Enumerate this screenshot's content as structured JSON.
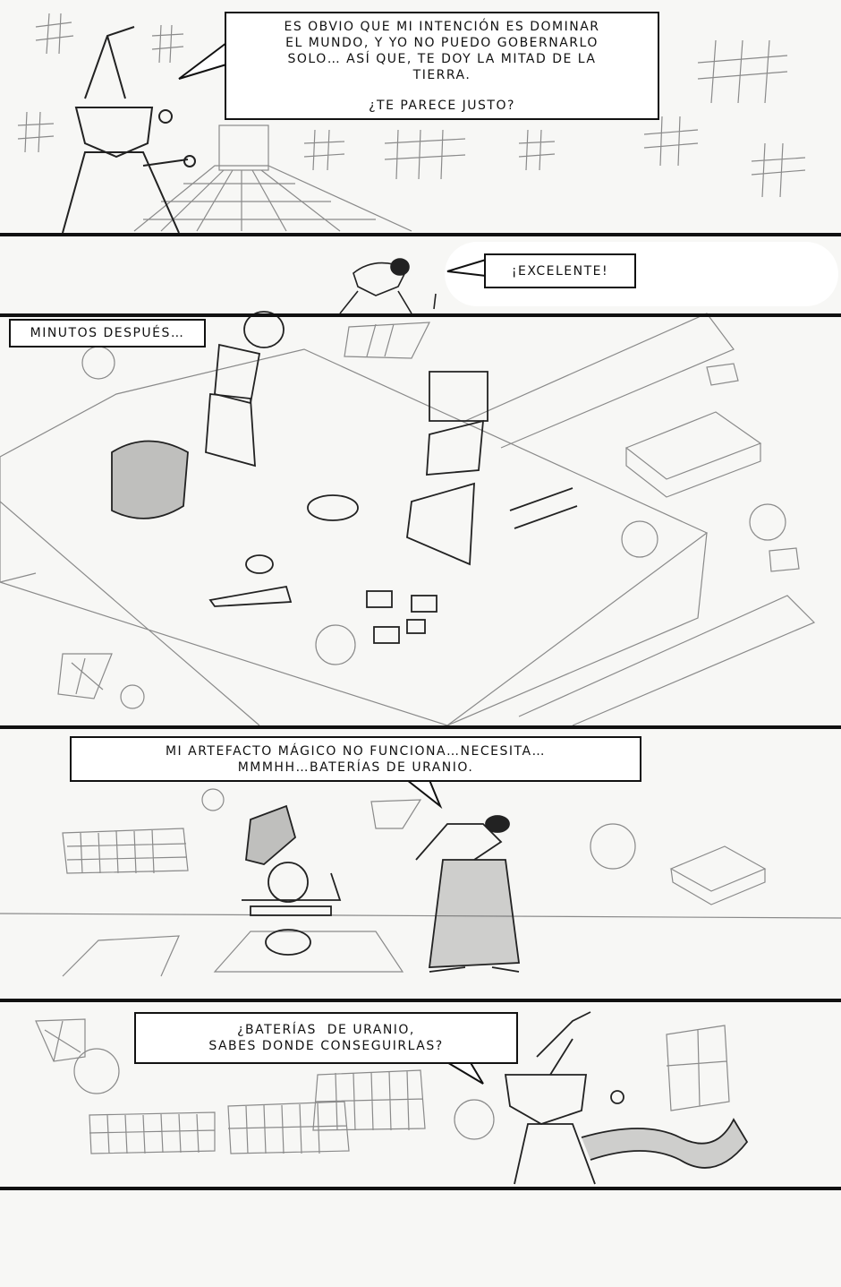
{
  "panels": [
    {
      "bubble": {
        "lines": [
          "Es obvio que mi intención es dominar",
          "el mundo, y yo no puedo gobernarlo",
          "solo… así que, te doy la mitad de la",
          "tierra."
        ],
        "question": "¿Te parece justo?"
      }
    },
    {
      "bubble": {
        "text": "¡Excelente!"
      }
    },
    {
      "caption": {
        "text": "Minutos después…"
      }
    },
    {
      "bubble": {
        "lines": [
          "Mi artefacto mágico no funciona…necesita…",
          "mmmhh…baterías de uranio."
        ]
      }
    },
    {
      "bubble": {
        "lines": [
          "¿Baterías  de uranio,",
          "sabes donde conseguirlas?"
        ]
      }
    }
  ],
  "colors": {
    "ink": "#111111",
    "pencil": "#888888",
    "paper": "#f7f7f5"
  }
}
